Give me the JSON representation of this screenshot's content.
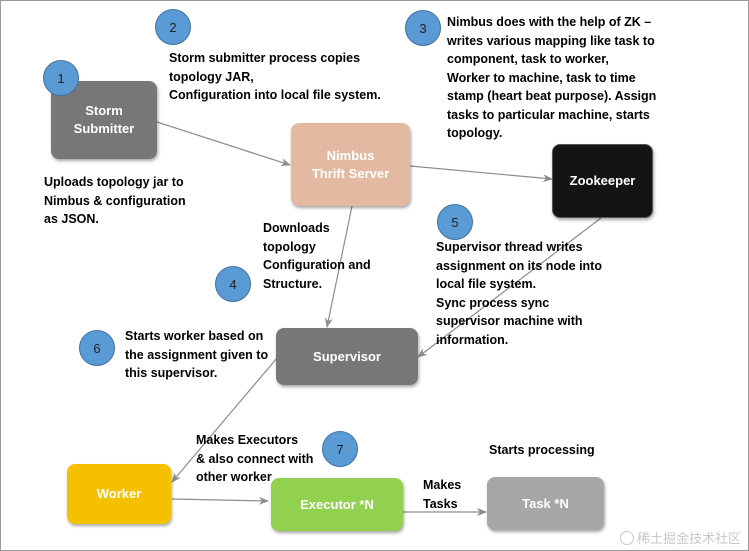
{
  "boxes": {
    "storm_submitter": {
      "label": "Storm\nSubmitter",
      "color": "#777777",
      "text_color": "#ffffff"
    },
    "nimbus": {
      "label": "Nimbus\nThrift Server",
      "color": "#e4b9a1",
      "text_color": "#ffffff"
    },
    "zookeeper": {
      "label": "Zookeeper",
      "color": "#141414",
      "text_color": "#ffffff"
    },
    "supervisor": {
      "label": "Supervisor",
      "color": "#777777",
      "text_color": "#ffffff"
    },
    "worker": {
      "label": "Worker",
      "color": "#f5c000",
      "text_color": "#ffffff"
    },
    "executor": {
      "label": "Executor *N",
      "color": "#92d050",
      "text_color": "#ffffff"
    },
    "task": {
      "label": "Task *N",
      "color": "#a6a6a6",
      "text_color": "#ffffff"
    }
  },
  "steps": [
    "1",
    "2",
    "3",
    "4",
    "5",
    "6",
    "7"
  ],
  "notes": {
    "step1": "Uploads topology jar to\nNimbus & configuration\nas JSON.",
    "step2": "Storm submitter process copies\ntopology JAR,\nConfiguration into local file system.",
    "step3": "Nimbus does with the help of ZK –\nwrites various mapping like task to\ncomponent, task to worker,\nWorker to machine, task to time\nstamp (heart beat purpose). Assign\ntasks to particular machine, starts\ntopology.",
    "step4": "Downloads\ntopology\n Configuration and\nStructure.",
    "step5": "Supervisor thread writes\nassignment on its node into\nlocal file system.\nSync process sync\nsupervisor machine with\ninformation.",
    "step6": "Starts worker based on\nthe assignment given to\nthis supervisor.",
    "step7": "Makes Executors\n& also connect with\nother worker",
    "makes_tasks": "Makes\nTasks",
    "starts_processing": "Starts processing"
  },
  "colors": {
    "circle": "#5b9bd5",
    "arrow": "#8c8c8c"
  },
  "watermark": "稀土掘金技术社区"
}
